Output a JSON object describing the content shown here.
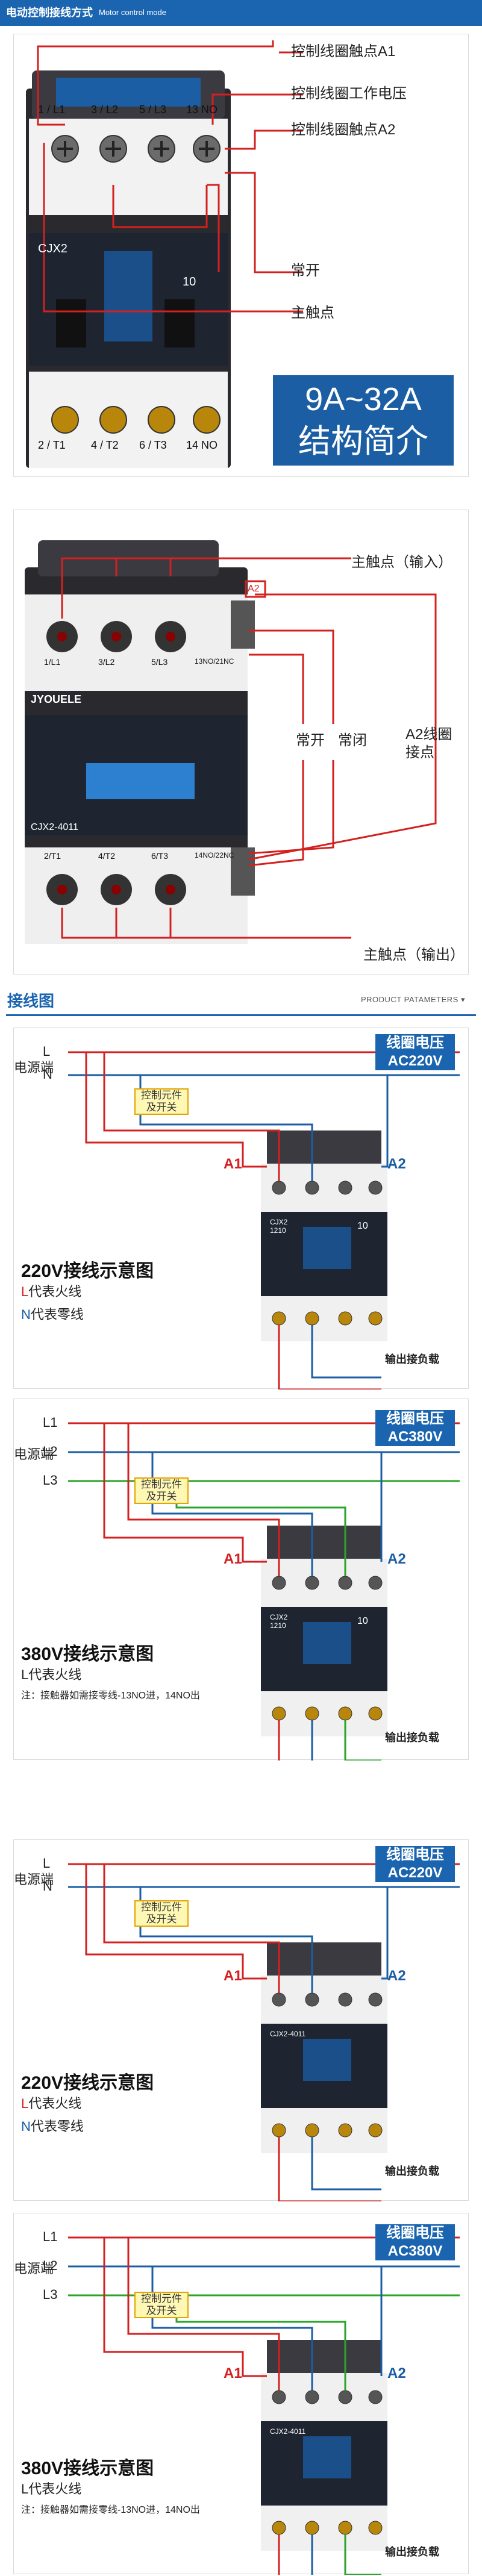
{
  "header": {
    "title_zh": "电动控制接线方式",
    "title_en": "Motor control mode"
  },
  "panel1": {
    "callouts": [
      "控制线圈触点A1",
      "控制线圈工作电压",
      "控制线圈触点A2",
      "常开",
      "主触点"
    ],
    "contactor_model": "CJX2",
    "contactor_rating": "10",
    "top_terminals": [
      "1 / L1",
      "3 / L2",
      "5 / L3",
      "13 NO"
    ],
    "bottom_terminals": [
      "2 / T1",
      "4 / T2",
      "6 / T3",
      "14 NO"
    ],
    "title_line1": "9A~32A",
    "title_line2": "结构简介"
  },
  "panel2": {
    "callout_input": "主触点（输入）",
    "callout_no": "常开",
    "callout_nc": "常闭",
    "callout_a2_line1": "A2线圈",
    "callout_a2_line2": "接点",
    "callout_output": "主触点（输出）",
    "a2_mark": "A2",
    "brand": "JYOUELE",
    "model": "CJX2-4011",
    "top_terminals": [
      "1/L1",
      "3/L2",
      "5/L3",
      "13NO/21NC"
    ],
    "bottom_terminals": [
      "2/T1",
      "4/T2",
      "6/T3",
      "14NO/22NC"
    ]
  },
  "section": {
    "title": "接线图",
    "right": "PRODUCT PATAMETERS ▾"
  },
  "diagrams": [
    {
      "source_label": "电源端",
      "lines": [
        "L",
        "N"
      ],
      "volt_line1": "线圈电压",
      "volt_line2": "AC220V",
      "ctrl_line1": "控制元件",
      "ctrl_line2": "及开关",
      "a1": "A1",
      "a2": "A2",
      "title": "220V接线示意图",
      "legend1_mark": "L",
      "legend1_text": "代表火线",
      "legend2_mark": "N",
      "legend2_text": "代表零线",
      "note": "",
      "output": "输出接负载",
      "model": "CJX2\n1210",
      "rating": "10"
    },
    {
      "source_label": "电源端",
      "lines": [
        "L1",
        "L2",
        "L3"
      ],
      "volt_line1": "线圈电压",
      "volt_line2": "AC380V",
      "ctrl_line1": "控制元件",
      "ctrl_line2": "及开关",
      "a1": "A1",
      "a2": "A2",
      "title": "380V接线示意图",
      "legend1_mark": "",
      "legend1_text": "L代表火线",
      "legend2_mark": "",
      "legend2_text": "",
      "note": "注：接触器如需接零线-13NO进，14NO出",
      "output": "输出接负载",
      "model": "CJX2\n1210",
      "rating": "10"
    },
    {
      "source_label": "电源端",
      "lines": [
        "L",
        "N"
      ],
      "volt_line1": "线圈电压",
      "volt_line2": "AC220V",
      "ctrl_line1": "控制元件",
      "ctrl_line2": "及开关",
      "a1": "A1",
      "a2": "A2",
      "title": "220V接线示意图",
      "legend1_mark": "L",
      "legend1_text": "代表火线",
      "legend2_mark": "N",
      "legend2_text": "代表零线",
      "note": "",
      "output": "输出接负载",
      "model": "CJX2-4011",
      "rating": ""
    },
    {
      "source_label": "电源端",
      "lines": [
        "L1",
        "L2",
        "L3"
      ],
      "volt_line1": "线圈电压",
      "volt_line2": "AC380V",
      "ctrl_line1": "控制元件",
      "ctrl_line2": "及开关",
      "a1": "A1",
      "a2": "A2",
      "title": "380V接线示意图",
      "legend1_mark": "",
      "legend1_text": "L代表火线",
      "legend2_mark": "",
      "legend2_text": "",
      "note": "注：接触器如需接零线-13NO进，14NO出",
      "output": "输出接负载",
      "model": "CJX2-4011",
      "rating": ""
    }
  ],
  "colors": {
    "brand_blue": "#1b65b0",
    "live_red": "#d42020",
    "neutral_blue": "#1b5ea3",
    "third_green": "#2aa52a",
    "ctrl_yellow": "#fff8b5"
  }
}
